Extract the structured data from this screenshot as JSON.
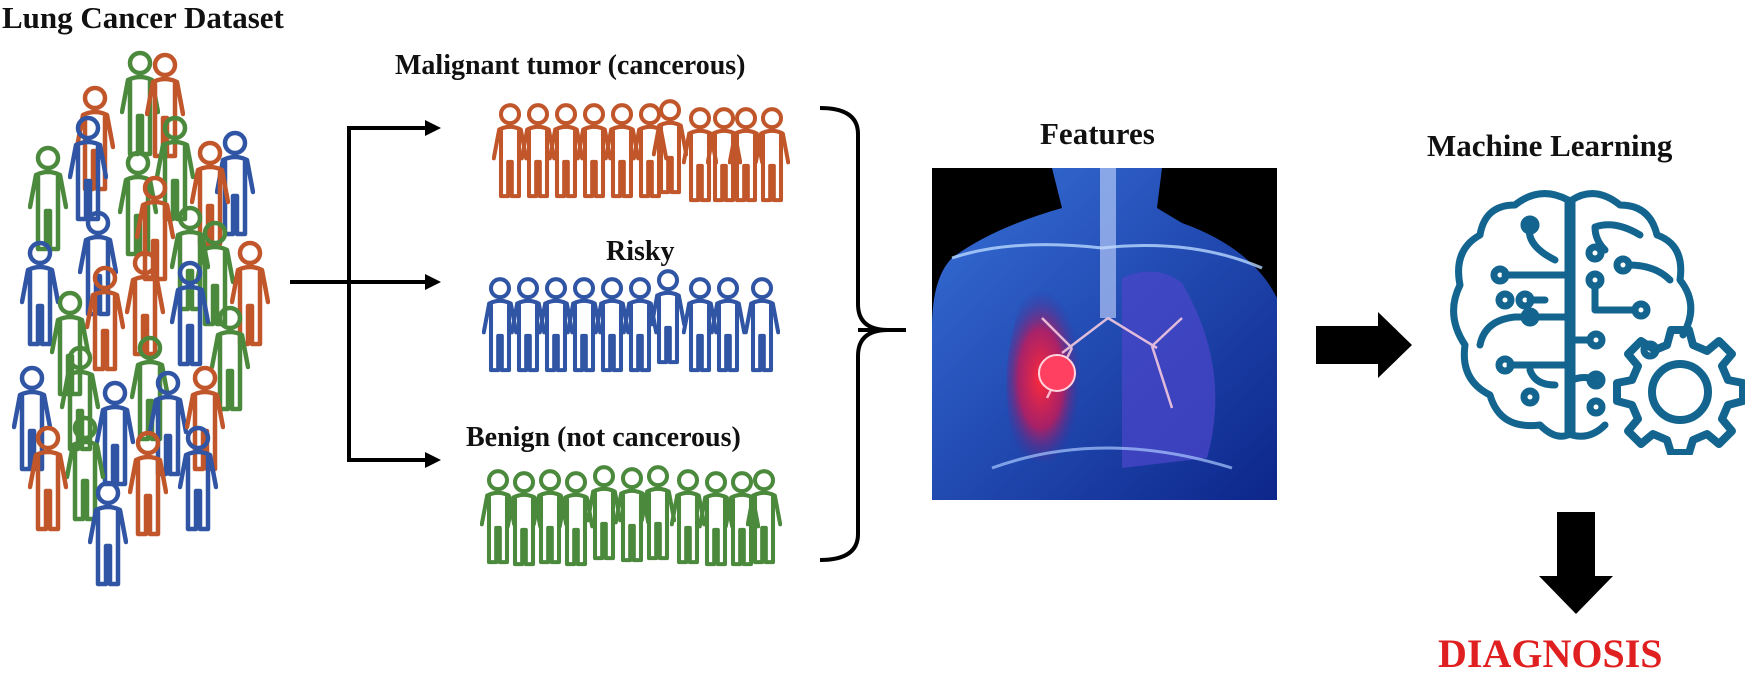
{
  "diagram": {
    "dataset": {
      "title": "Lung Cancer Dataset",
      "colors": [
        "#c0562a",
        "#2f55a4",
        "#4b8a3c"
      ]
    },
    "classes": [
      {
        "label": "Malignant tumor (cancerous)",
        "color": "#c0562a"
      },
      {
        "label": "Risky",
        "color": "#2f55a4"
      },
      {
        "label": "Benign (not cancerous)",
        "color": "#4b8a3c"
      }
    ],
    "features": {
      "title": "Features",
      "image": "chest-xray-lungs-with-tumor"
    },
    "ml": {
      "title": "Machine Learning",
      "icon": "brain-circuit-gear",
      "color": "#13658f"
    },
    "output": {
      "label": "DIAGNOSIS",
      "color": "#e02020"
    }
  }
}
